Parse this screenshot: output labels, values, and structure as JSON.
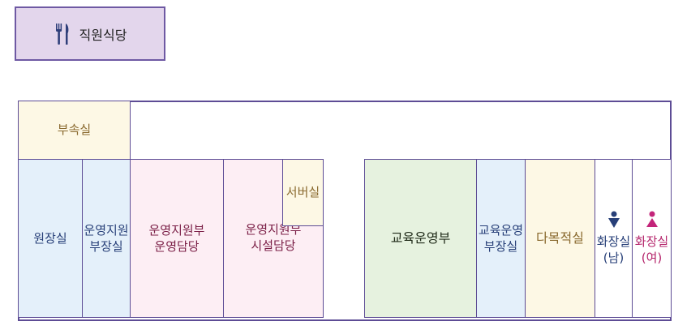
{
  "legend": {
    "label": "직원식당",
    "icon": "fork-knife-icon"
  },
  "rooms": {
    "busok": "부속실",
    "wonjang": "원장실",
    "unyeong_bujang": [
      "운영지원",
      "부장실"
    ],
    "unyeong_damdang": [
      "운영지원부",
      "운영담당"
    ],
    "siseol_damdang": [
      "운영지원부",
      "시설담당"
    ],
    "server": "서버실",
    "gyoyuk": "교육운영부",
    "gyoyuk_bujang": [
      "교육운영",
      "부장실"
    ],
    "damok": "다목적실",
    "restroom_men": [
      "화장실",
      "(남)"
    ],
    "restroom_women": [
      "화장실",
      "(여)"
    ]
  },
  "icons": {
    "men": "male-person-icon",
    "women": "female-person-icon"
  },
  "colors": {
    "border": "#5d4c95",
    "legend_bg": "#e3d6ec",
    "office_blue": "#e4f0fa",
    "office_pink": "#fdeef4",
    "office_yellow": "#fdf8e5",
    "office_green": "#e6f2df",
    "men": "#273f78",
    "women": "#c3257a"
  }
}
